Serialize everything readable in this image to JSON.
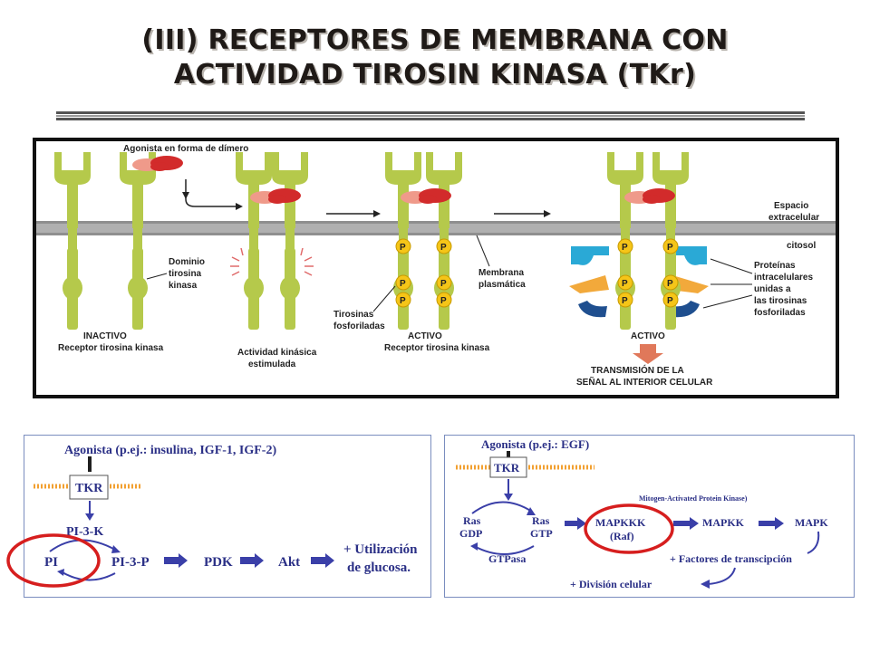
{
  "title": {
    "line1": "(III) RECEPTORES DE MEMBRANA CON",
    "line2": "ACTIVIDAD TIROSIN KINASA (TKr)"
  },
  "receptor_diagram": {
    "agonist_label": "Agonista en forma de dímero",
    "extracellular": [
      "Espacio",
      "extracelular"
    ],
    "cytosol": "citosol",
    "kinase_domain": [
      "Dominio",
      "tirosina",
      "kinasa"
    ],
    "membrane": [
      "Membrana",
      "plasmática"
    ],
    "phospho_tyrosines": [
      "Tirosinas",
      "fosforiladas"
    ],
    "proteins": [
      "Proteínas",
      "intracelulares",
      "unidas a",
      "las tirosinas",
      "fosforiladas"
    ],
    "phospho_letter": "P",
    "inactive": [
      "INACTIVO",
      "Receptor tirosina kinasa"
    ],
    "stimulated": [
      "Actividad kinásica",
      "estimulada"
    ],
    "active1": [
      "ACTIVO",
      "Receptor tirosina kinasa"
    ],
    "active2": "ACTIVO",
    "transmission": [
      "TRANSMISIÓN DE LA",
      "SEÑAL AL INTERIOR CELULAR"
    ]
  },
  "left_pathway": {
    "agonist": "Agonista (p.ej.: insulina, IGF-1, IGF-2)",
    "receptor": "TKR",
    "pi3k": "PI-3-K",
    "pi": "PI",
    "pi3p": "PI-3-P",
    "pdk": "PDK",
    "akt": "Akt",
    "result": [
      "+ Utilización",
      "de glucosa."
    ]
  },
  "right_pathway": {
    "agonist": "Agonista (p.ej.: EGF)",
    "receptor": "TKR",
    "mapk_caption": "Mitogen-Activated Protein Kinase)",
    "ras_gdp": [
      "Ras",
      "GDP"
    ],
    "ras_gtp": [
      "Ras",
      "GTP"
    ],
    "gtpase": "GTPasa",
    "mapkkk": [
      "MAPKKK",
      "(Raf)"
    ],
    "mapkk": "MAPKK",
    "mapk": "MAPK",
    "factors": "+ Factores de transcipción",
    "division": "+ División celular"
  },
  "colors": {
    "receptor_green": "#b5c94b",
    "agonist_red": "#d22b2b",
    "agonist_pink": "#ef9a8a",
    "phospho_yellow": "#f5c518",
    "membrane_grey": "#a9a9a9",
    "pathway_blue": "#3a3fa8",
    "highlight_red": "#d61e1e",
    "adaptor_blue": "#2aa9d6",
    "adaptor_orange": "#f2a93b",
    "adaptor_navy": "#1f4f8f"
  }
}
